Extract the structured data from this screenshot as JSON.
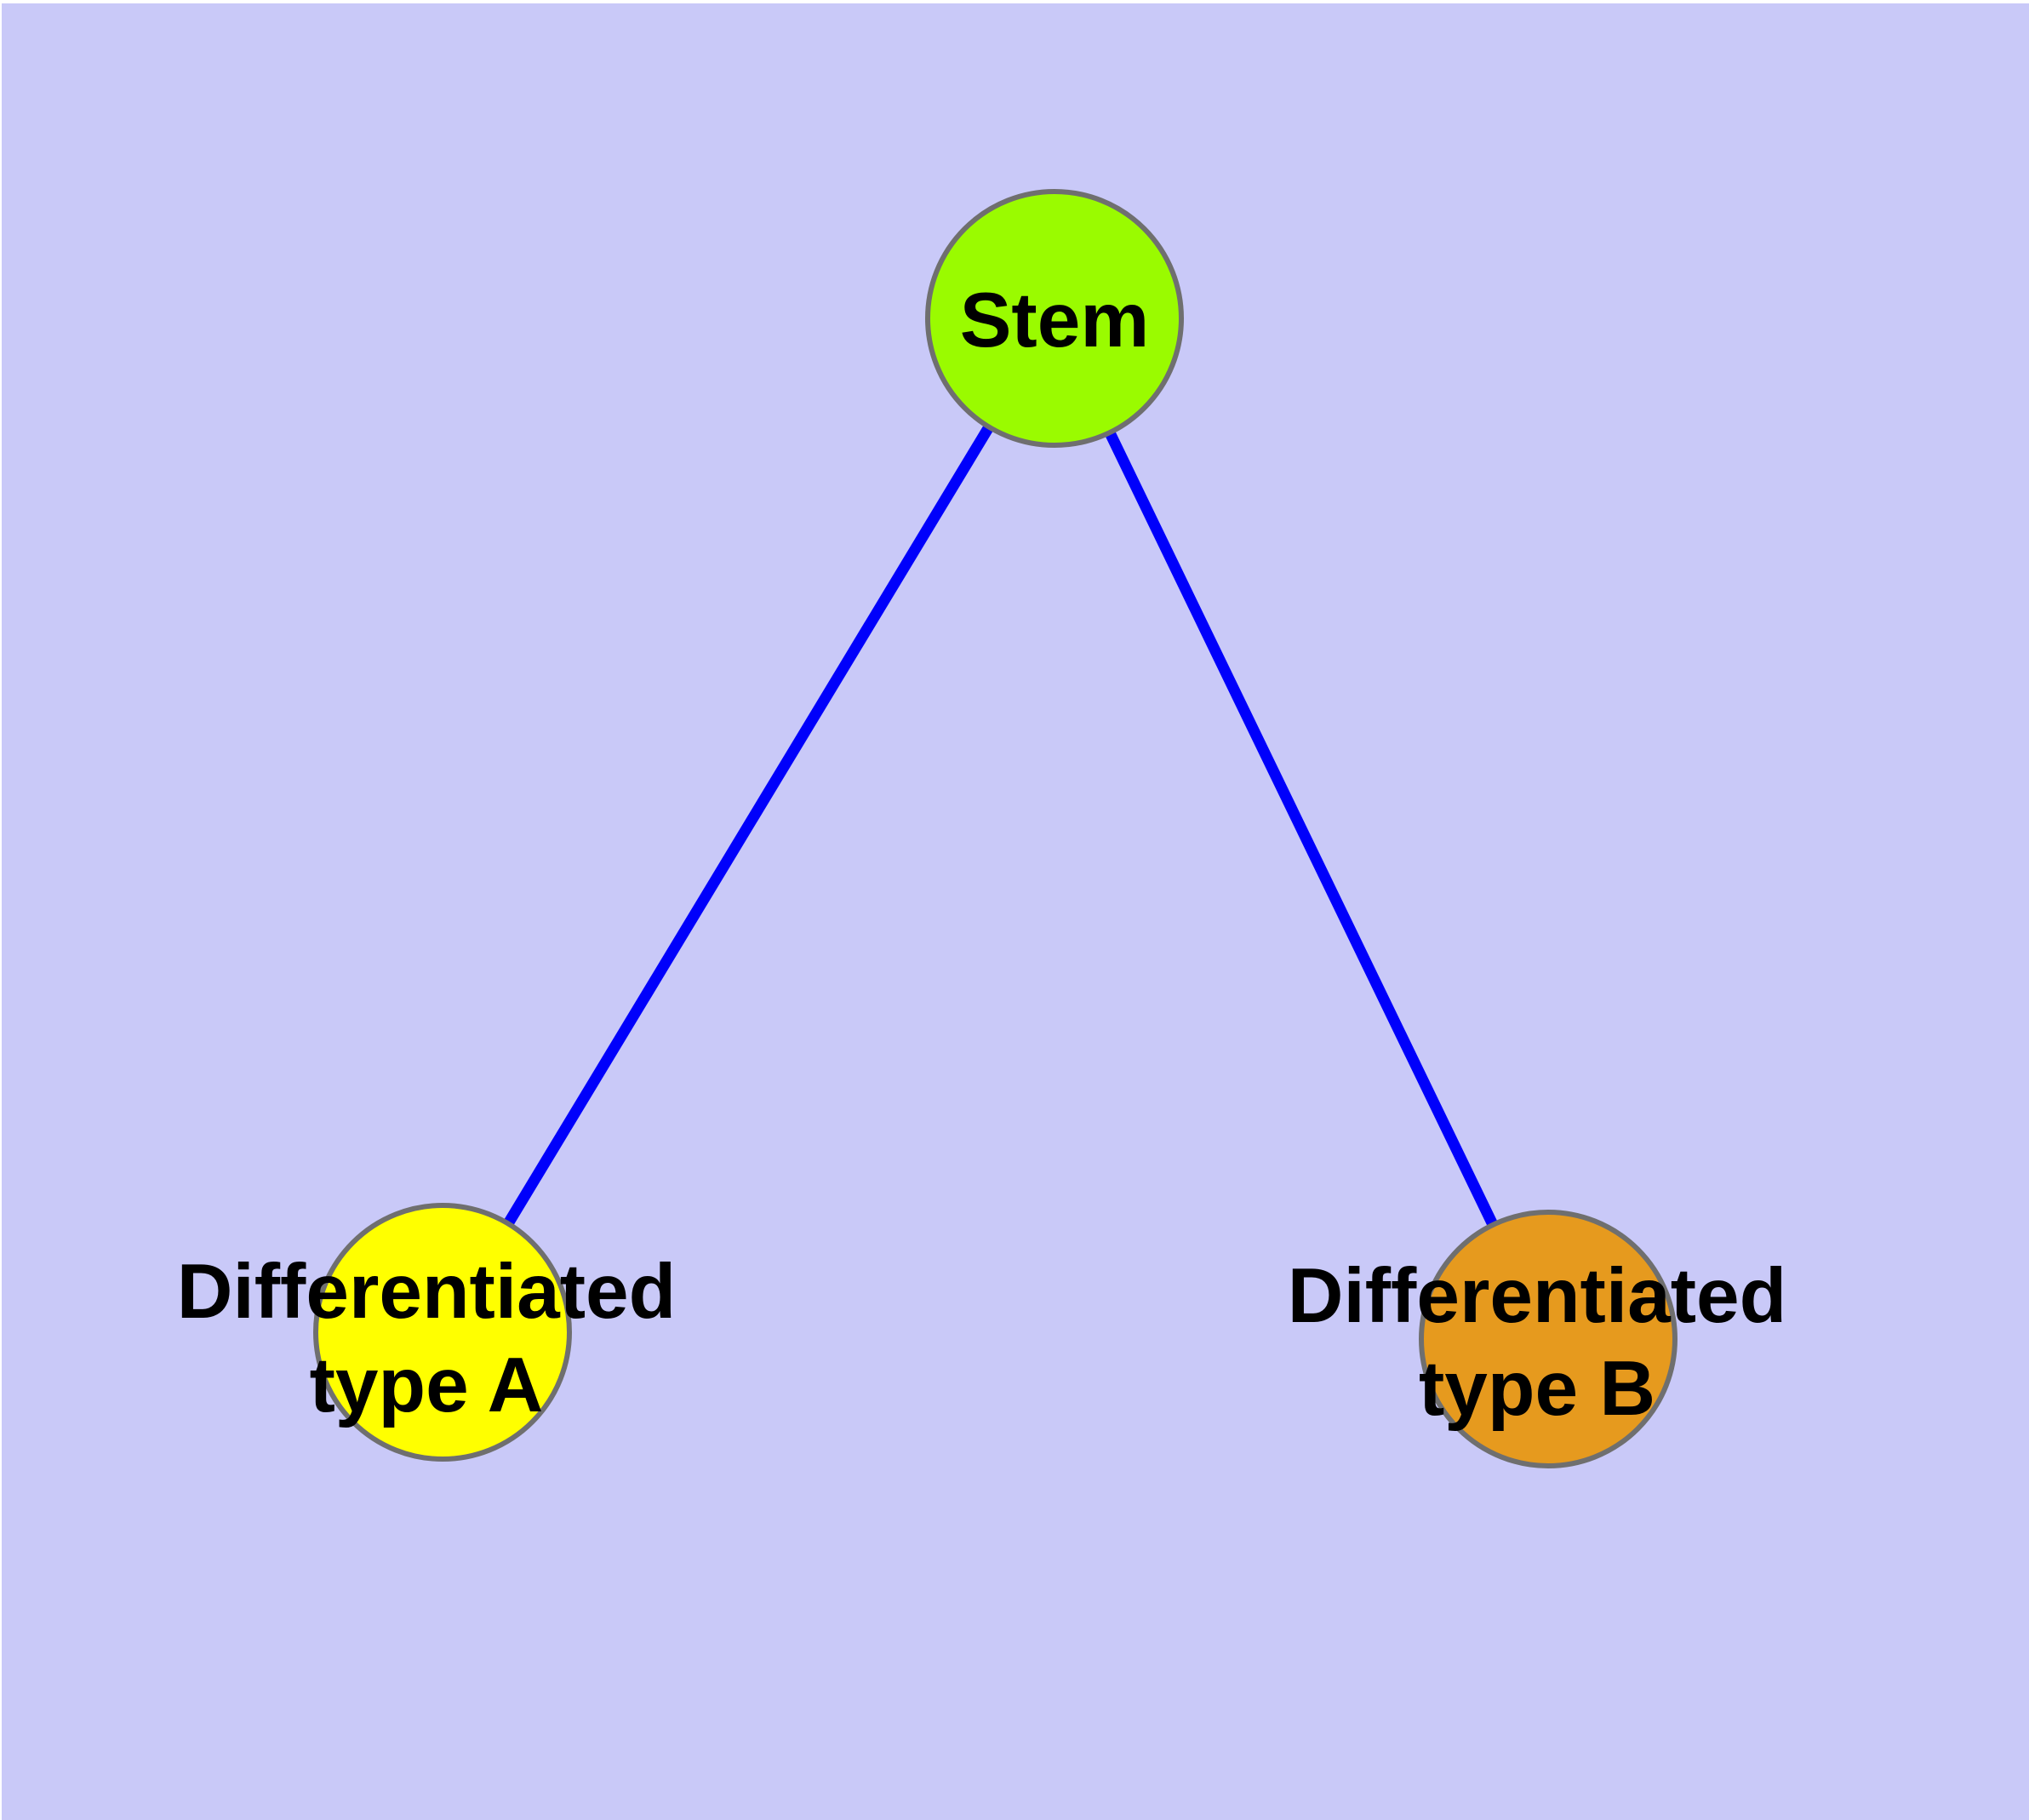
{
  "diagram": {
    "type": "node-edge-graph",
    "background_color": "#C9C9F8",
    "margin_color": "#FFFFFF",
    "edge_color": "#0000FB",
    "node_border_color": "#6F6F6F",
    "label_color": "#000000",
    "nodes": [
      {
        "id": "stem",
        "label": "Stem",
        "label_lines": [
          "Stem"
        ],
        "fill_color": "#9AFB00"
      },
      {
        "id": "differentiated-type-a",
        "label": "Differentiated type A",
        "label_lines": [
          "Differentiated",
          "type A"
        ],
        "fill_color": "#FFFF00"
      },
      {
        "id": "differentiated-type-b",
        "label": "Differentiated type B",
        "label_lines": [
          "Differentiated",
          "type B"
        ],
        "fill_color": "#E69A1E"
      }
    ],
    "edges": [
      {
        "from": "Stem",
        "to": "Differentiated type A"
      },
      {
        "from": "Stem",
        "to": "Differentiated type B"
      }
    ]
  }
}
